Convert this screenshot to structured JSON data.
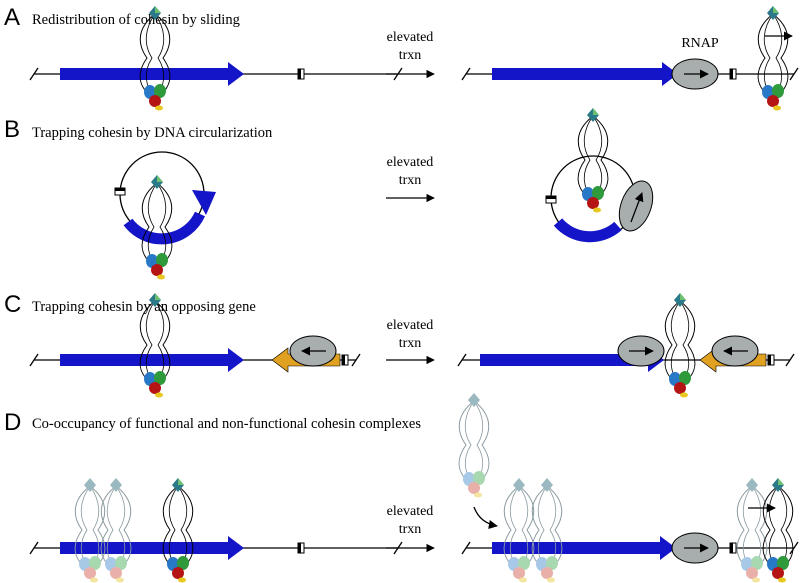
{
  "panels": [
    {
      "label": "A",
      "title": "Redistribution of cohesin by sliding"
    },
    {
      "label": "B",
      "title": "Trapping cohesin by DNA circularization"
    },
    {
      "label": "C",
      "title": "Trapping cohesin by an opposing gene"
    },
    {
      "label": "D",
      "title": "Co-occupancy of functional and non-functional cohesin complexes"
    }
  ],
  "transition": {
    "line1": "elevated",
    "line2": "trxn"
  },
  "rnap_label": "RNAP",
  "colors": {
    "gene": "#1414c8",
    "opposing_gene": "#e0a020",
    "rnap": "#a8aeae",
    "cohesin_green": "#2e9a3c",
    "cohesin_blue": "#2878c8",
    "cohesin_red": "#b41414",
    "cohesin_yellow": "#e8c820",
    "cohesin_teal": "#2a7a8a"
  }
}
